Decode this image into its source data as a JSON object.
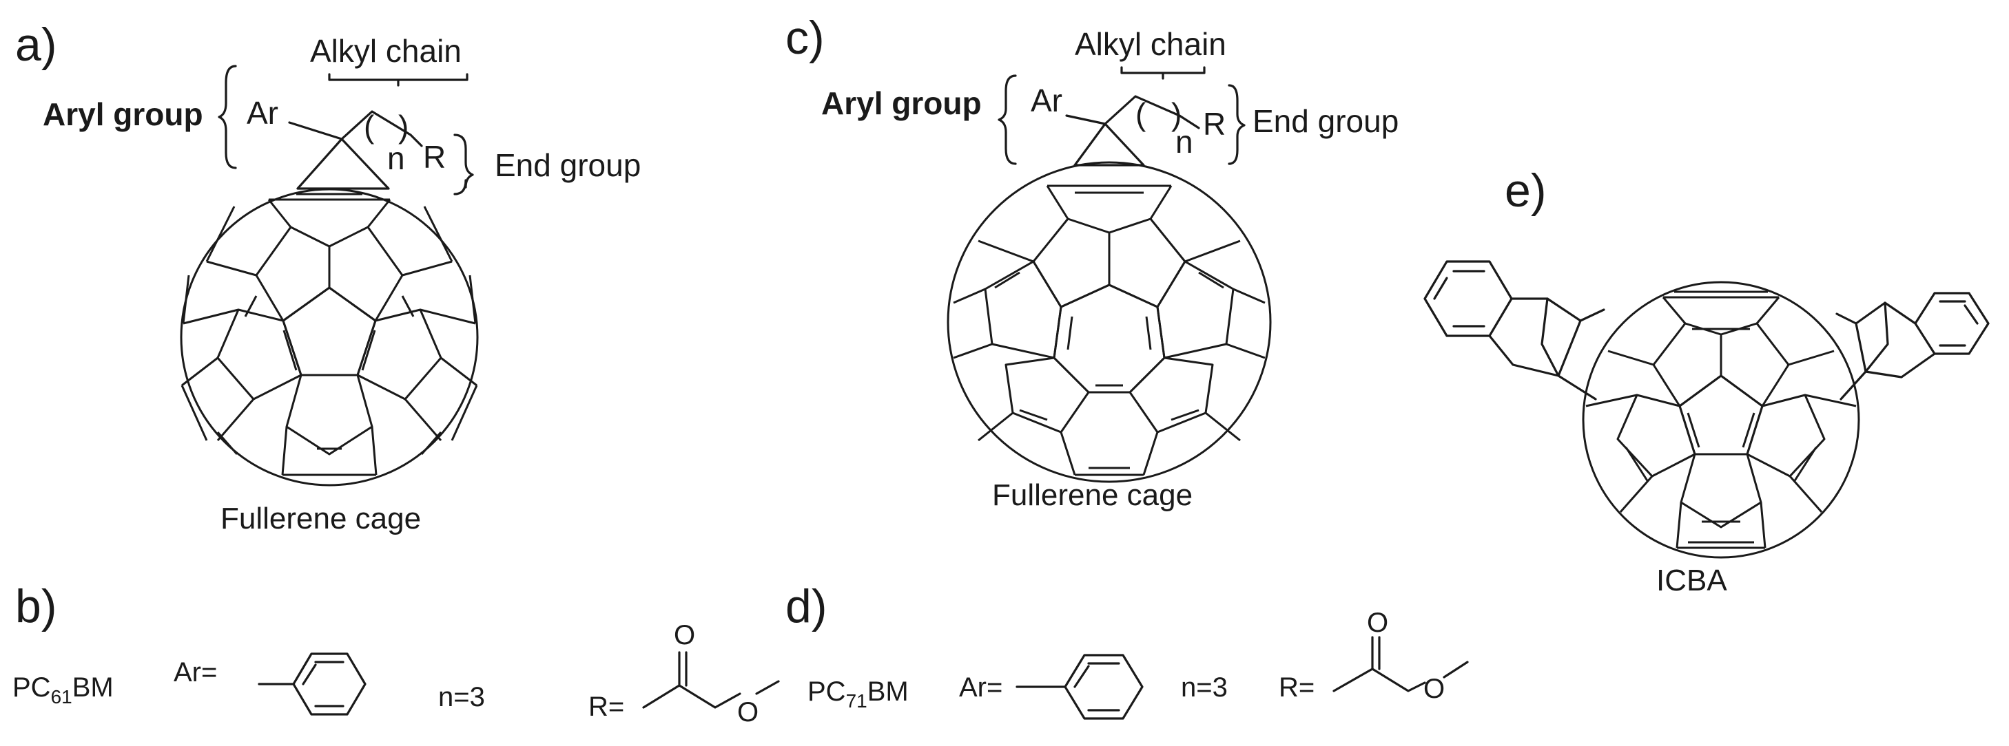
{
  "panels": {
    "a": "a)",
    "b": "b)",
    "c": "c)",
    "d": "d)",
    "e": "e)"
  },
  "panel_a": {
    "alkyl_chain": "Alkyl chain",
    "aryl_group": "Aryl group",
    "ar": "Ar",
    "n": "n",
    "r": "R",
    "end_group": "End group",
    "cage_caption": "Fullerene cage"
  },
  "panel_c": {
    "alkyl_chain": "Alkyl chain",
    "aryl_group": "Aryl group",
    "ar": "Ar",
    "n": "n",
    "r": "R",
    "end_group": "End group",
    "cage_caption": "Fullerene cage"
  },
  "panel_e": {
    "caption": "ICBA"
  },
  "panel_b": {
    "name_prefix": "PC",
    "name_sub": "61",
    "name_suffix": "BM",
    "ar_label": "Ar=",
    "n_value": "n=3",
    "r_label": "R=",
    "o_carbonyl": "O",
    "o_ester": "O"
  },
  "panel_d": {
    "name_prefix": "PC",
    "name_sub": "71",
    "name_suffix": "BM",
    "ar_label": "Ar=",
    "n_value": "n=3",
    "r_label": "R=",
    "o_carbonyl": "O",
    "o_ester": "O"
  }
}
